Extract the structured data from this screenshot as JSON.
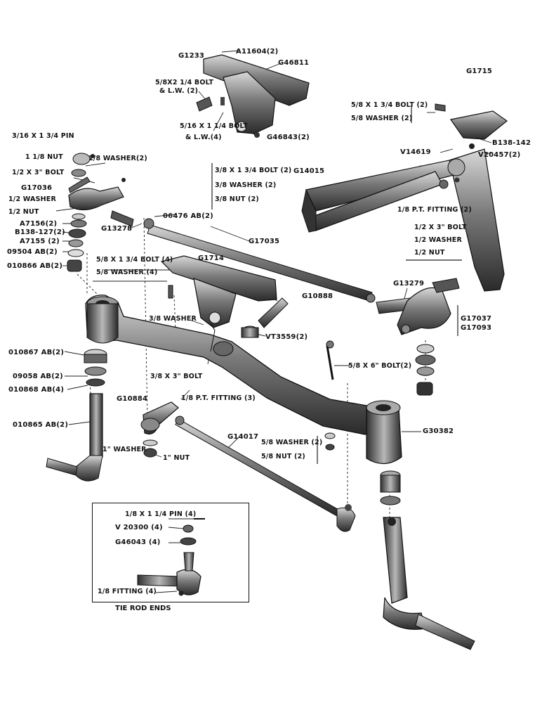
{
  "caption": "TIE ROD ENDS",
  "labels": [
    {
      "id": "a11604",
      "text": "A11604(2)"
    },
    {
      "id": "g1233",
      "text": "G1233"
    },
    {
      "id": "g46811",
      "text": "G46811"
    },
    {
      "id": "bolt-5-8x2-1-4",
      "text": "5/8X2 1/4 BOLT"
    },
    {
      "id": "lw2",
      "text": "& L.W. (2)"
    },
    {
      "id": "bolt-5-16x1-1-4",
      "text": "5/16 X 1 1/4 BOLT"
    },
    {
      "id": "lw4",
      "text": "& L.W.(4)"
    },
    {
      "id": "g46843",
      "text": "G46843(2)"
    },
    {
      "id": "g1715",
      "text": "G1715"
    },
    {
      "id": "bolt-5-8x1-3-4-2",
      "text": "5/8 X 1 3/4 BOLT (2)"
    },
    {
      "id": "washer-5-8-2",
      "text": "5/8 WASHER (2)"
    },
    {
      "id": "b138-142",
      "text": "B138-142"
    },
    {
      "id": "v14619",
      "text": "V14619"
    },
    {
      "id": "v20457",
      "text": "V20457(2)"
    },
    {
      "id": "pin-3-16",
      "text": "3/16 X 1 3/4 PIN"
    },
    {
      "id": "nut-1-1-8",
      "text": "1 1/8 NUT"
    },
    {
      "id": "washer-1-8-2",
      "text": "1/8 WASHER(2)"
    },
    {
      "id": "bolt-1-2x3-left",
      "text": "1/2 X 3\" BOLT"
    },
    {
      "id": "g17036",
      "text": "G17036"
    },
    {
      "id": "washer-1-2-left",
      "text": "1/2 WASHER"
    },
    {
      "id": "nut-1-2-left",
      "text": "1/2 NUT"
    },
    {
      "id": "a7156",
      "text": "A7156(2)"
    },
    {
      "id": "b138-127",
      "text": "B138-127(2)"
    },
    {
      "id": "a7155",
      "text": "A7155 (2)"
    },
    {
      "id": "09504ab",
      "text": "09504 AB(2)"
    },
    {
      "id": "010866ab",
      "text": "010866 AB(2)"
    },
    {
      "id": "bolt-3-8x1-3-4-2",
      "text": "3/8 X 1 3/4 BOLT (2)"
    },
    {
      "id": "washer-3-8-2",
      "text": "3/8 WASHER (2)"
    },
    {
      "id": "nut-3-8-2",
      "text": "3/8 NUT (2)"
    },
    {
      "id": "06476ab",
      "text": "06476 AB(2)"
    },
    {
      "id": "g13278",
      "text": "G13278"
    },
    {
      "id": "g14015",
      "text": "G14015"
    },
    {
      "id": "pt-fitting-2",
      "text": "1/8 P.T. FITTING (2)"
    },
    {
      "id": "bolt-1-2x3-right",
      "text": "1/2 X 3\" BOLT"
    },
    {
      "id": "washer-1-2-right",
      "text": "1/2 WASHER"
    },
    {
      "id": "nut-1-2-right",
      "text": "1/2 NUT"
    },
    {
      "id": "g17035",
      "text": "G17035"
    },
    {
      "id": "bolt-5-8x1-3-4-4",
      "text": "5/8 X 1 3/4 BOLT (4)"
    },
    {
      "id": "washer-5-8-4",
      "text": "5/8 WASHER (4)"
    },
    {
      "id": "g1714",
      "text": "G1714"
    },
    {
      "id": "g10888",
      "text": "G10888"
    },
    {
      "id": "g13279",
      "text": "G13279"
    },
    {
      "id": "washer-3-8",
      "text": "3/8 WASHER"
    },
    {
      "id": "g17037",
      "text": "G17037"
    },
    {
      "id": "g17093",
      "text": "G17093"
    },
    {
      "id": "vt3559",
      "text": "VT3559(2)"
    },
    {
      "id": "010867ab",
      "text": "010867 AB(2)"
    },
    {
      "id": "09058ab",
      "text": "09058 AB(2)"
    },
    {
      "id": "010868ab",
      "text": "010868 AB(4)"
    },
    {
      "id": "bolt-3-8x3",
      "text": "3/8 X 3\" BOLT"
    },
    {
      "id": "bolt-5-8x6",
      "text": "5/8 X 6\" BOLT(2)"
    },
    {
      "id": "pt-fitting-3",
      "text": "1/8 P.T. FITTING (3)"
    },
    {
      "id": "g10884",
      "text": "G10884"
    },
    {
      "id": "010865ab",
      "text": "010865 AB(2)"
    },
    {
      "id": "g14017",
      "text": "G14017"
    },
    {
      "id": "g30382",
      "text": "G30382"
    },
    {
      "id": "washer-5-8-2b",
      "text": "5/8 WASHER (2)"
    },
    {
      "id": "nut-5-8-2",
      "text": "5/8 NUT (2)"
    },
    {
      "id": "washer-1",
      "text": "1\" WASHER"
    },
    {
      "id": "nut-1",
      "text": "1\" NUT"
    },
    {
      "id": "pin-1-8x1-1-4",
      "text": "1/8 X 1 1/4 PIN (4)"
    },
    {
      "id": "v20300",
      "text": "V 20300 (4)"
    },
    {
      "id": "g46043",
      "text": "G46043 (4)"
    },
    {
      "id": "fitting-1-8",
      "text": "1/8 FITTING (4)"
    }
  ]
}
